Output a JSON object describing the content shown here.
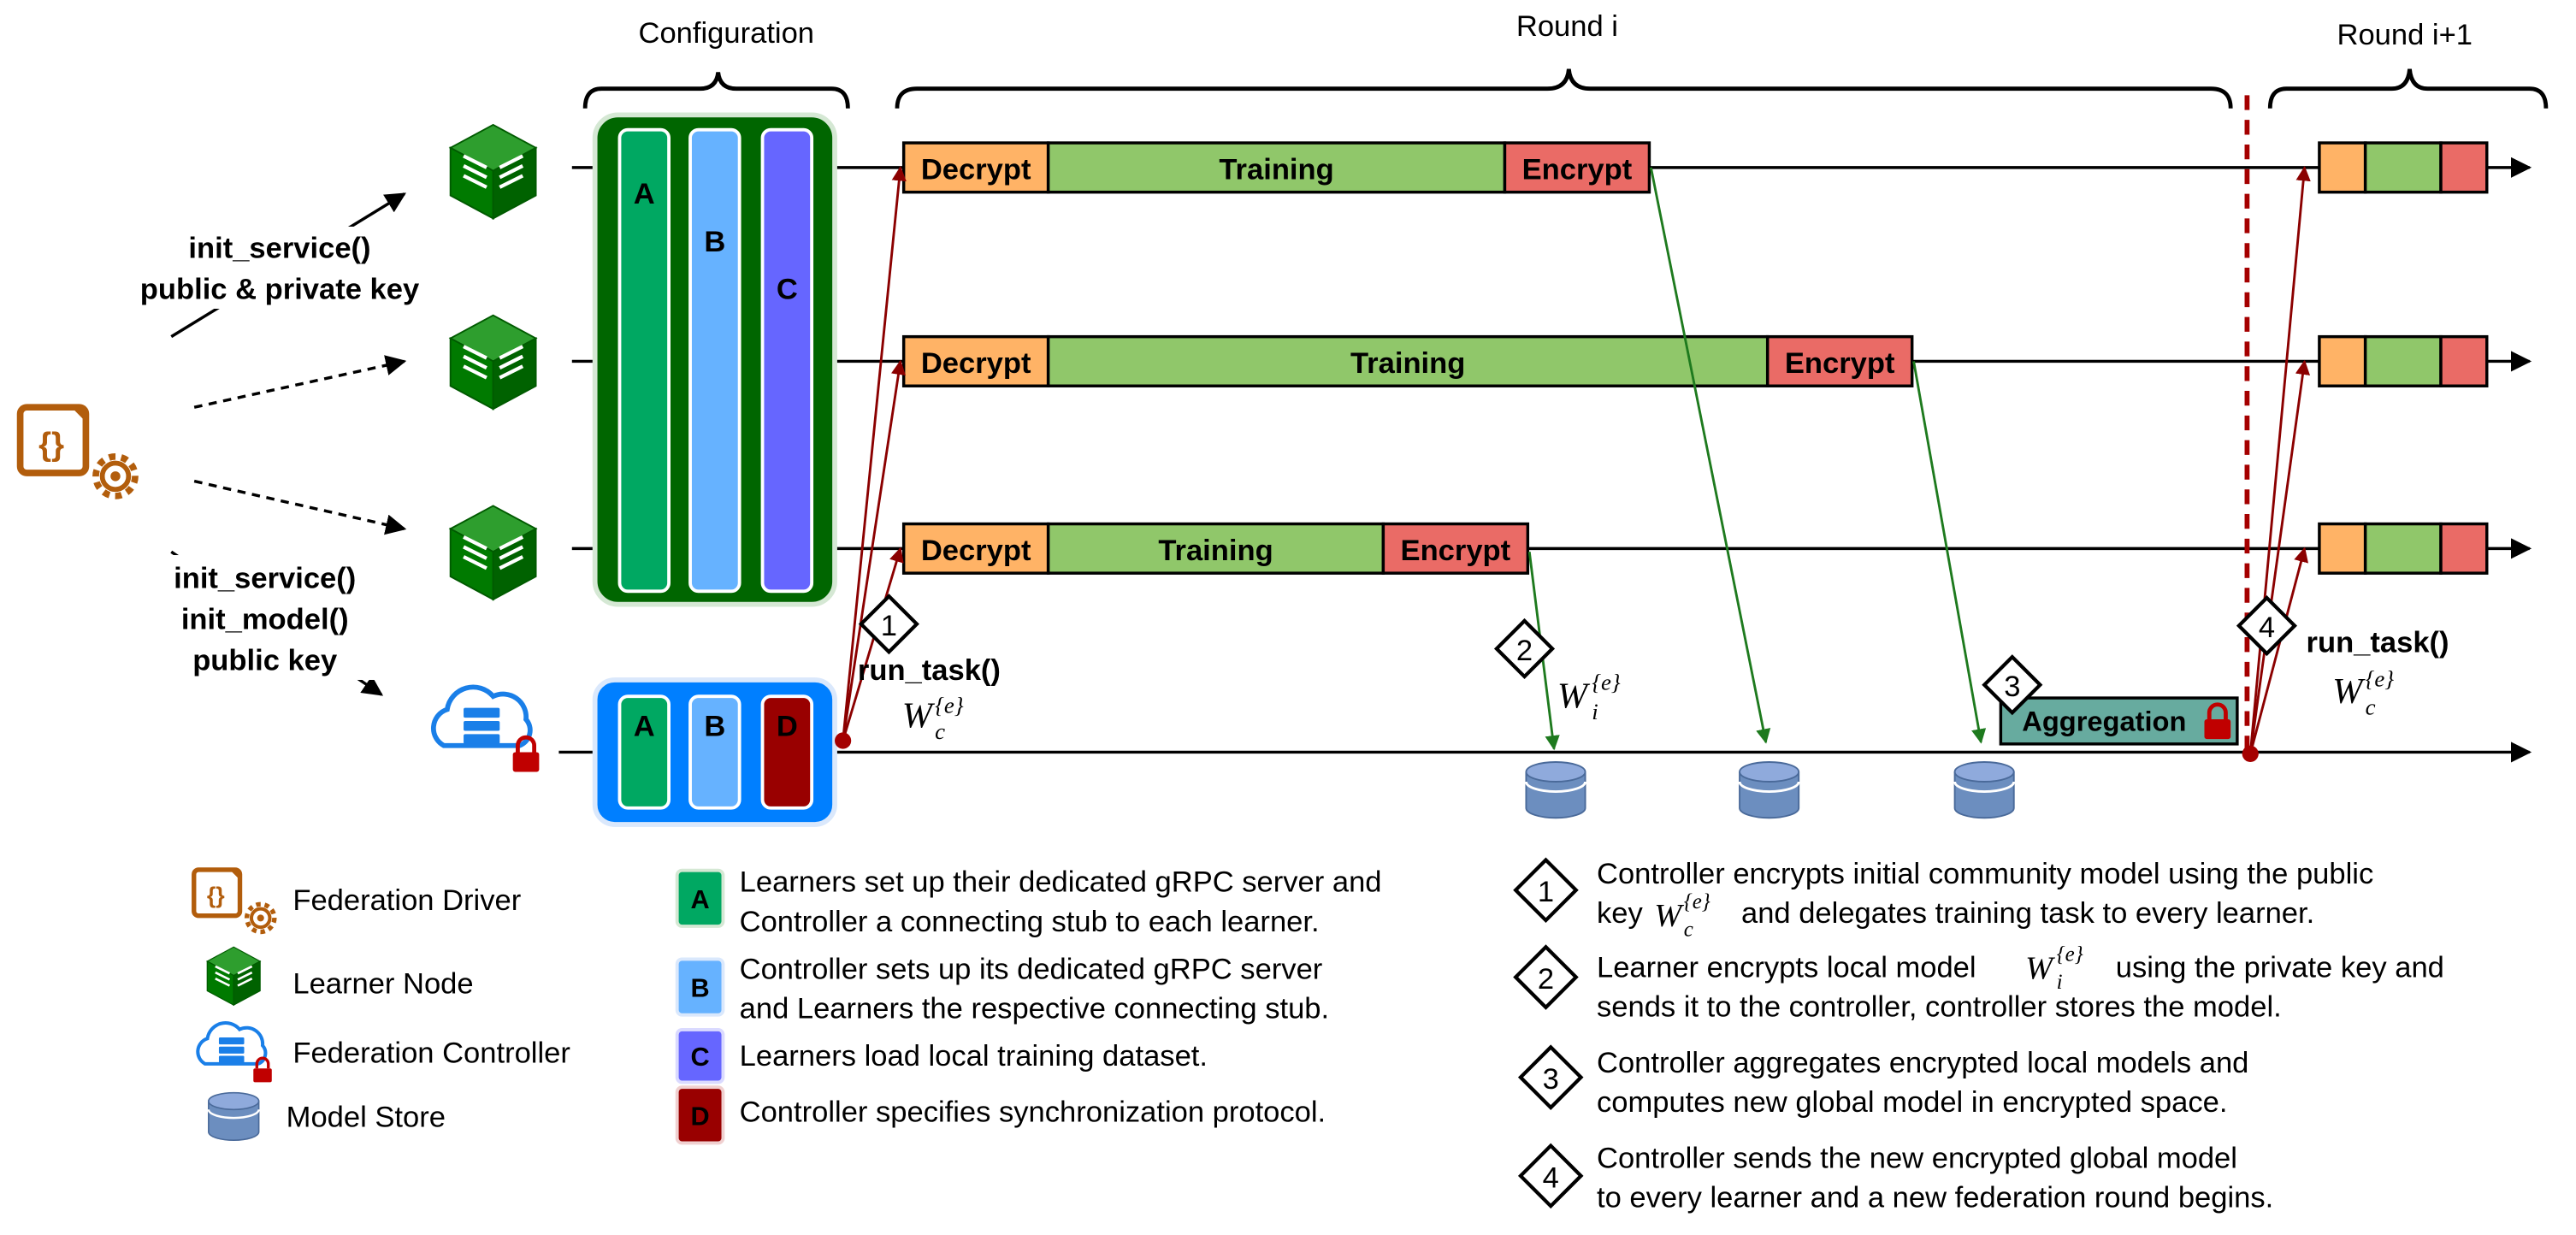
{
  "headers": {
    "configuration": "Configuration",
    "round_i": "Round i",
    "round_next": "Round i+1"
  },
  "driver_calls": {
    "learners_call_1": "init_service()",
    "learners_call_2": "public & private key",
    "controller_call_1": "init_service()",
    "controller_call_2": "init_model()",
    "controller_call_3": "public key"
  },
  "config_letters": {
    "a": "A",
    "b": "B",
    "c": "C",
    "d": "D"
  },
  "phases": {
    "decrypt": "Decrypt",
    "training": "Training",
    "encrypt": "Encrypt",
    "aggregation": "Aggregation"
  },
  "annotations": {
    "step1_label": "run_task()",
    "step1_weight": "W",
    "step1_weight_sub": "c",
    "step1_weight_sup": "{e}",
    "step2_weight": "W",
    "step2_weight_sub": "i",
    "step2_weight_sup": "{e}",
    "step4_label": "run_task()",
    "step4_weight": "W",
    "step4_weight_sub": "c",
    "step4_weight_sup": "{e}"
  },
  "step_numbers": [
    "1",
    "2",
    "3",
    "4"
  ],
  "legend_icons": {
    "driver": "Federation Driver",
    "learner": "Learner Node",
    "controller": "Federation Controller",
    "store": "Model Store"
  },
  "legend_config": [
    {
      "letter": "A",
      "line1": "Learners set up their dedicated gRPC server and",
      "line2": "Controller a connecting stub to each learner."
    },
    {
      "letter": "B",
      "line1": "Controller sets up its dedicated gRPC server",
      "line2": "and Learners the respective connecting stub."
    },
    {
      "letter": "C",
      "line1": "Learners load local training dataset.",
      "line2": ""
    },
    {
      "letter": "D",
      "line1": "Controller specifies synchronization protocol.",
      "line2": ""
    }
  ],
  "legend_steps": [
    {
      "num": "1",
      "line1": "Controller encrypts initial community model using the public",
      "line2_pre": "key",
      "line2_post": "and delegates training task  to every learner."
    },
    {
      "num": "2",
      "line1_pre": "Learner encrypts local model",
      "line1_post": "using the private key and",
      "line2": "sends it to the controller, controller stores the model."
    },
    {
      "num": "3",
      "line1": "Controller aggregates encrypted local models and",
      "line2": "computes new global model in encrypted space."
    },
    {
      "num": "4",
      "line1": "Controller sends the new encrypted global model",
      "line2": "to every learner and a new federation round begins."
    }
  ],
  "colors": {
    "decrypt": "#FFB366",
    "training": "#90C76A",
    "encrypt": "#EA6B66",
    "aggregation": "#67AB9F",
    "config_green": "#006600",
    "config_blue": "#007FFF",
    "block_a": "#00A862",
    "block_b": "#66B2FF",
    "block_c": "#6666FF",
    "block_d": "#990000",
    "driver": "#B25D0C",
    "learner": "#007A00",
    "controller": "#1A7FE8",
    "store": "#6C8EBF",
    "call_arrow": "#8B0000",
    "send_arrow": "#1E7A1E"
  }
}
